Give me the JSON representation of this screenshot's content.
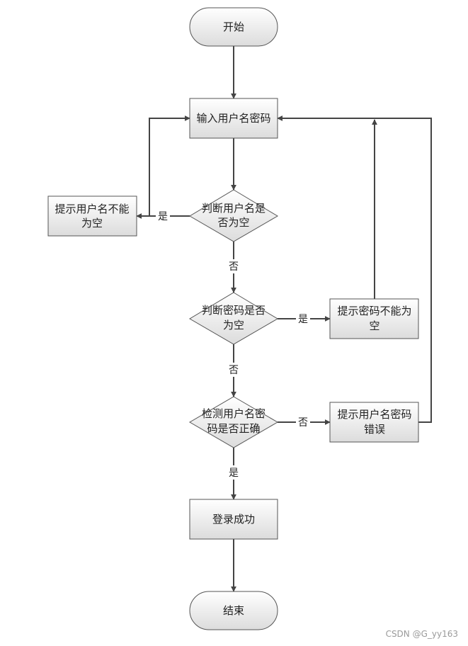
{
  "colors": {
    "node_fill_top": "#ffffff",
    "node_fill_bottom": "#dcdcdc",
    "stroke": "#555555",
    "edge": "#444444",
    "text": "#222222"
  },
  "nodes": {
    "start": {
      "label": "开始"
    },
    "input": {
      "label": "输入用户名密码"
    },
    "check_user_empty": {
      "line1": "判断用户名是",
      "line2": "否为空"
    },
    "hint_user_empty": {
      "line1": "提示用户名不能",
      "line2": "为空"
    },
    "check_pwd_empty": {
      "line1": "判断密码是否",
      "line2": "为空"
    },
    "hint_pwd_empty": {
      "line1": "提示密码不能为",
      "line2": "空"
    },
    "check_correct": {
      "line1": "检测用户名密",
      "line2": "码是否正确"
    },
    "hint_error": {
      "line1": "提示用户名密码",
      "line2": "错误"
    },
    "login_success": {
      "label": "登录成功"
    },
    "end": {
      "label": "结束"
    }
  },
  "edge_labels": {
    "user_empty_yes": "是",
    "user_empty_no": "否",
    "pwd_empty_yes": "是",
    "pwd_empty_no": "否",
    "correct_no": "否",
    "correct_yes": "是"
  },
  "watermark": "CSDN @G_yy163"
}
